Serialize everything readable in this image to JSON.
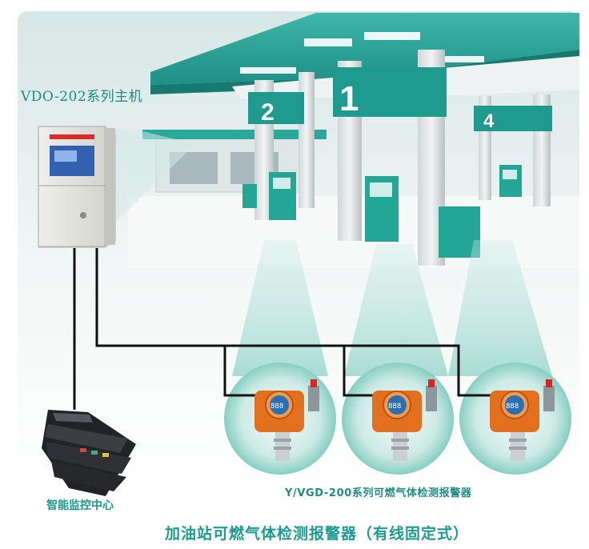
{
  "controller": {
    "title": "VDO-202系列主机"
  },
  "monitor_center": {
    "title": "智能监控中心"
  },
  "detectors": {
    "title": "Y/VGD-200系列可燃气体检测报警器",
    "count": 3,
    "display": "888"
  },
  "pump_islands": [
    "2",
    "1",
    "4"
  ],
  "footer": {
    "title": "加油站可燃气体检测报警器（有线固定式）"
  },
  "colors": {
    "canopy": "#2aa89c",
    "wire": "#111111",
    "detector_body": "#e2701f",
    "glow": "#bfe6e0"
  }
}
